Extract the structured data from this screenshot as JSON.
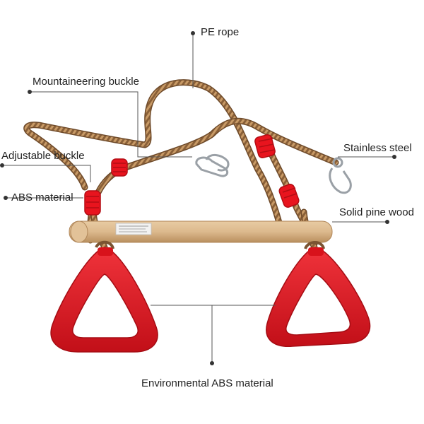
{
  "labels": {
    "pe_rope": "PE rope",
    "mountaineering_buckle": "Mountaineering buckle",
    "adjustable_buckle": "Adjustable buckle",
    "abs_material": "ABS material",
    "stainless_steel": "Stainless steel",
    "solid_pine_wood": "Solid pine wood",
    "environmental_abs": "Environmental ABS material"
  },
  "colors": {
    "ring": "#e8141e",
    "ring_dark": "#b30d14",
    "rope": "#8a6038",
    "rope_light": "#c89a66",
    "wood": "#dcb98d",
    "wood_dark": "#c59e6f",
    "metal": "#b8bcc0",
    "leader": "#555555"
  }
}
